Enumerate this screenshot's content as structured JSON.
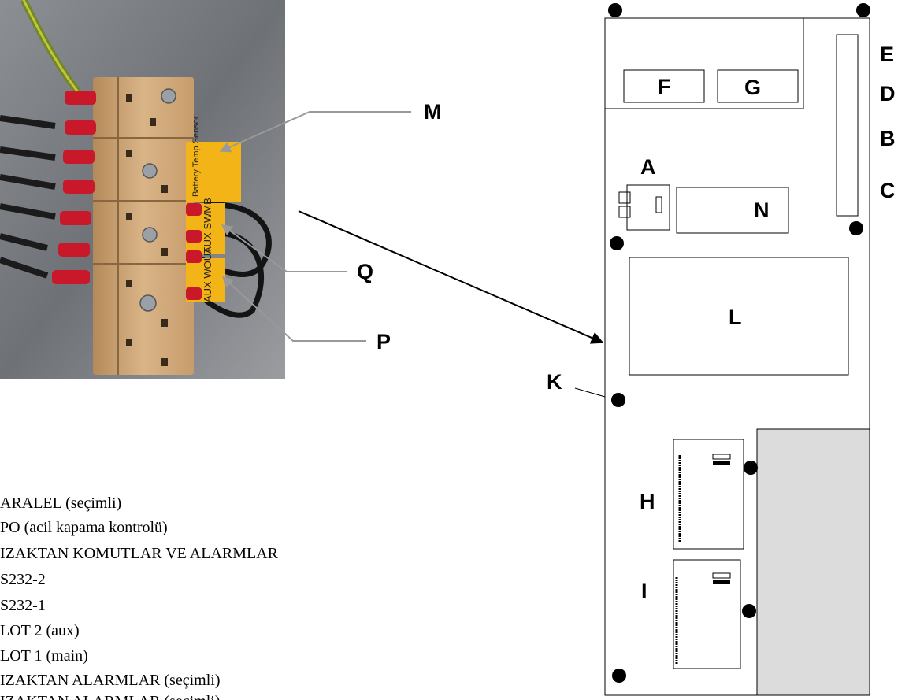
{
  "photo": {
    "sticker_battery": "Battery Temp Sensor",
    "sticker_swmb": "AUX SWMB",
    "sticker_wout": "AUX WOUT"
  },
  "callouts": {
    "M": "M",
    "Q": "Q",
    "P": "P",
    "K": "K",
    "A": "A",
    "B": "B",
    "C": "C",
    "D": "D",
    "E": "E",
    "F": "F",
    "G": "G",
    "H": "H",
    "I": "I",
    "L": "L",
    "N": "N"
  },
  "legend": [
    "ARALEL (seçimli)",
    "PO (acil kapama kontrolü)",
    "IZAKTAN KOMUTLAR VE ALARMLAR",
    "S232-2",
    "S232-1",
    "LOT 2 (aux)",
    "LOT 1 (main)",
    "IZAKTAN ALARMLAR (seçimli)",
    "IZAKTAN ALARMLAR (seçimli)"
  ]
}
